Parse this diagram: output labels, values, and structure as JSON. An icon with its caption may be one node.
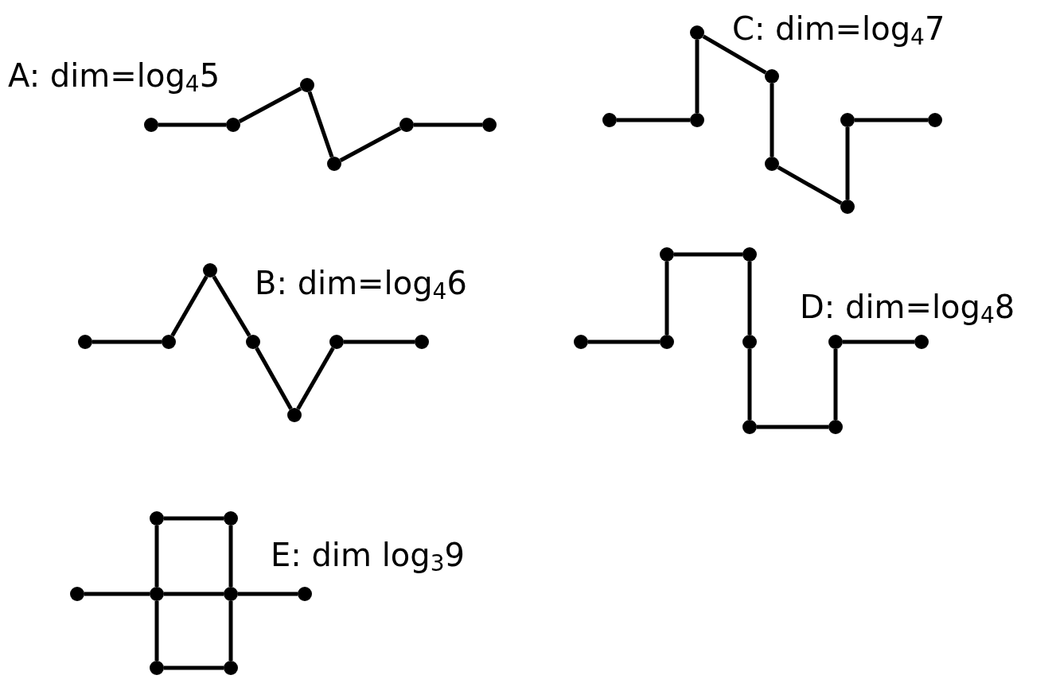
{
  "diagram": {
    "nodes": [
      {
        "text": [],
        "shape": "circle"
      },
      {
        "text": [],
        "shape": "circle"
      },
      {
        "text": [],
        "shape": "circle"
      },
      {
        "text": [],
        "shape": "circle"
      },
      {
        "text": [],
        "shape": "circle"
      },
      {
        "text": [],
        "shape": "circle"
      },
      {
        "text": [],
        "shape": "circle"
      },
      {
        "text": [],
        "shape": "circle"
      },
      {
        "text": [],
        "shape": "circle"
      },
      {
        "text": [],
        "shape": "circle"
      },
      {
        "text": [],
        "shape": "circle"
      },
      {
        "text": [],
        "shape": "circle"
      },
      {
        "text": [],
        "shape": "circle"
      },
      {
        "text": [],
        "shape": "circle"
      },
      {
        "text": [],
        "shape": "circle"
      },
      {
        "text": [],
        "shape": "circle"
      },
      {
        "text": [],
        "shape": "circle"
      },
      {
        "text": [],
        "shape": "circle"
      },
      {
        "text": [],
        "shape": "circle"
      },
      {
        "text": [],
        "shape": "circle"
      },
      {
        "text": [],
        "shape": "circle"
      },
      {
        "text": [],
        "shape": "circle"
      },
      {
        "text": [],
        "shape": "circle"
      },
      {
        "text": [],
        "shape": "circle"
      },
      {
        "text": [],
        "shape": "circle"
      },
      {
        "text": [],
        "shape": "circle"
      },
      {
        "text": [],
        "shape": "circle"
      },
      {
        "text": [],
        "shape": "circle"
      },
      {
        "text": [],
        "shape": "circle"
      },
      {
        "text": [],
        "shape": "circle"
      },
      {
        "text": [],
        "shape": "circle"
      },
      {
        "text": [],
        "shape": "circle"
      },
      {
        "text": [],
        "shape": "circle"
      },
      {
        "text": [],
        "shape": "circle"
      },
      {
        "text": [],
        "shape": "circle"
      },
      {
        "text": [],
        "shape": "circle"
      },
      {
        "text": [],
        "shape": "circle"
      },
      {
        "text": [],
        "shape": "circle"
      }
    ],
    "edges": [
      {
        "from": 0,
        "to": 1,
        "arrow": "none"
      },
      {
        "from": 1,
        "to": 2,
        "arrow": "none"
      },
      {
        "from": 2,
        "to": 3,
        "arrow": "none"
      },
      {
        "from": 3,
        "to": 4,
        "arrow": "none"
      },
      {
        "from": 4,
        "to": 5,
        "arrow": "none"
      },
      {
        "from": 6,
        "to": 7,
        "arrow": "none"
      },
      {
        "from": 7,
        "to": 8,
        "arrow": "none"
      },
      {
        "from": 8,
        "to": 9,
        "arrow": "none"
      },
      {
        "from": 9,
        "to": 10,
        "arrow": "none"
      },
      {
        "from": 10,
        "to": 11,
        "arrow": "none"
      },
      {
        "from": 11,
        "to": 12,
        "arrow": "none"
      },
      {
        "from": 12,
        "to": 13,
        "arrow": "none"
      },
      {
        "from": 14,
        "to": 15,
        "arrow": "none"
      },
      {
        "from": 15,
        "to": 16,
        "arrow": "none"
      },
      {
        "from": 16,
        "to": 17,
        "arrow": "none"
      },
      {
        "from": 17,
        "to": 18,
        "arrow": "none"
      },
      {
        "from": 18,
        "to": 19,
        "arrow": "none"
      },
      {
        "from": 19,
        "to": 20,
        "arrow": "none"
      },
      {
        "from": 21,
        "to": 22,
        "arrow": "none"
      },
      {
        "from": 22,
        "to": 23,
        "arrow": "none"
      },
      {
        "from": 23,
        "to": 24,
        "arrow": "none"
      },
      {
        "from": 24,
        "to": 25,
        "arrow": "none"
      },
      {
        "from": 25,
        "to": 26,
        "arrow": "none"
      },
      {
        "from": 26,
        "to": 27,
        "arrow": "none"
      },
      {
        "from": 27,
        "to": 28,
        "arrow": "none"
      },
      {
        "from": 28,
        "to": 29,
        "arrow": "none"
      },
      {
        "from": 32,
        "to": 33,
        "arrow": "none"
      },
      {
        "from": 33,
        "to": 34,
        "arrow": "none"
      },
      {
        "from": 34,
        "to": 35,
        "arrow": "none"
      },
      {
        "from": 33,
        "to": 30,
        "arrow": "none"
      },
      {
        "from": 30,
        "to": 31,
        "arrow": "none"
      },
      {
        "from": 31,
        "to": 34,
        "arrow": "none"
      },
      {
        "from": 33,
        "to": 36,
        "arrow": "none"
      },
      {
        "from": 36,
        "to": 37,
        "arrow": "none"
      },
      {
        "from": 37,
        "to": 34,
        "arrow": "none"
      }
    ],
    "labels": [
      "A: dim=log$_{4}$5",
      "C: dim=log$_{4}$7",
      "B: dim=log$_{4}$6",
      "D: dim=log$_{4}$8",
      "E: dim log$_{3}$9"
    ]
  }
}
